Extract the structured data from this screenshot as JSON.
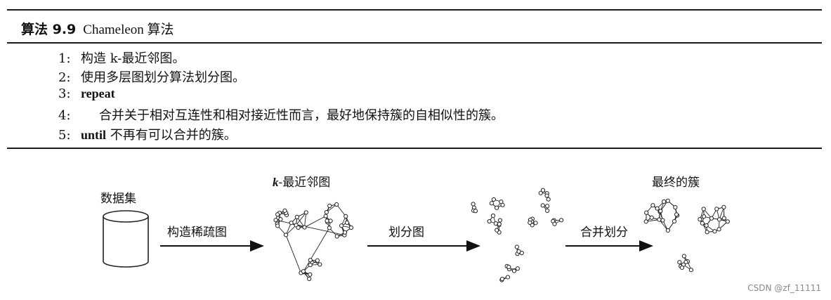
{
  "algorithm": {
    "label": "算法 9.9",
    "name": "Chameleon 算法",
    "steps": [
      {
        "num": "1:",
        "text": "构造 k-最近邻图。"
      },
      {
        "num": "2:",
        "text": "使用多层图划分算法划分图。"
      },
      {
        "num": "3:",
        "keyword": "repeat"
      },
      {
        "num": "4:",
        "text": "合并关于相对互连性和相对接近性而言，最好地保持簇的自相似性的簇。"
      },
      {
        "num": "5:",
        "keyword": "until",
        "text": " 不再有可以合并的簇。"
      }
    ]
  },
  "figure": {
    "dataset_label": "数据集",
    "knn_label_k": "k",
    "knn_label_rest": "-最近邻图",
    "final_label": "最终的簇",
    "arrow1_label": "构造稀疏图",
    "arrow2_label": "划分图",
    "arrow3_label": "合并划分"
  },
  "watermark": "CSDN @zf_11111"
}
